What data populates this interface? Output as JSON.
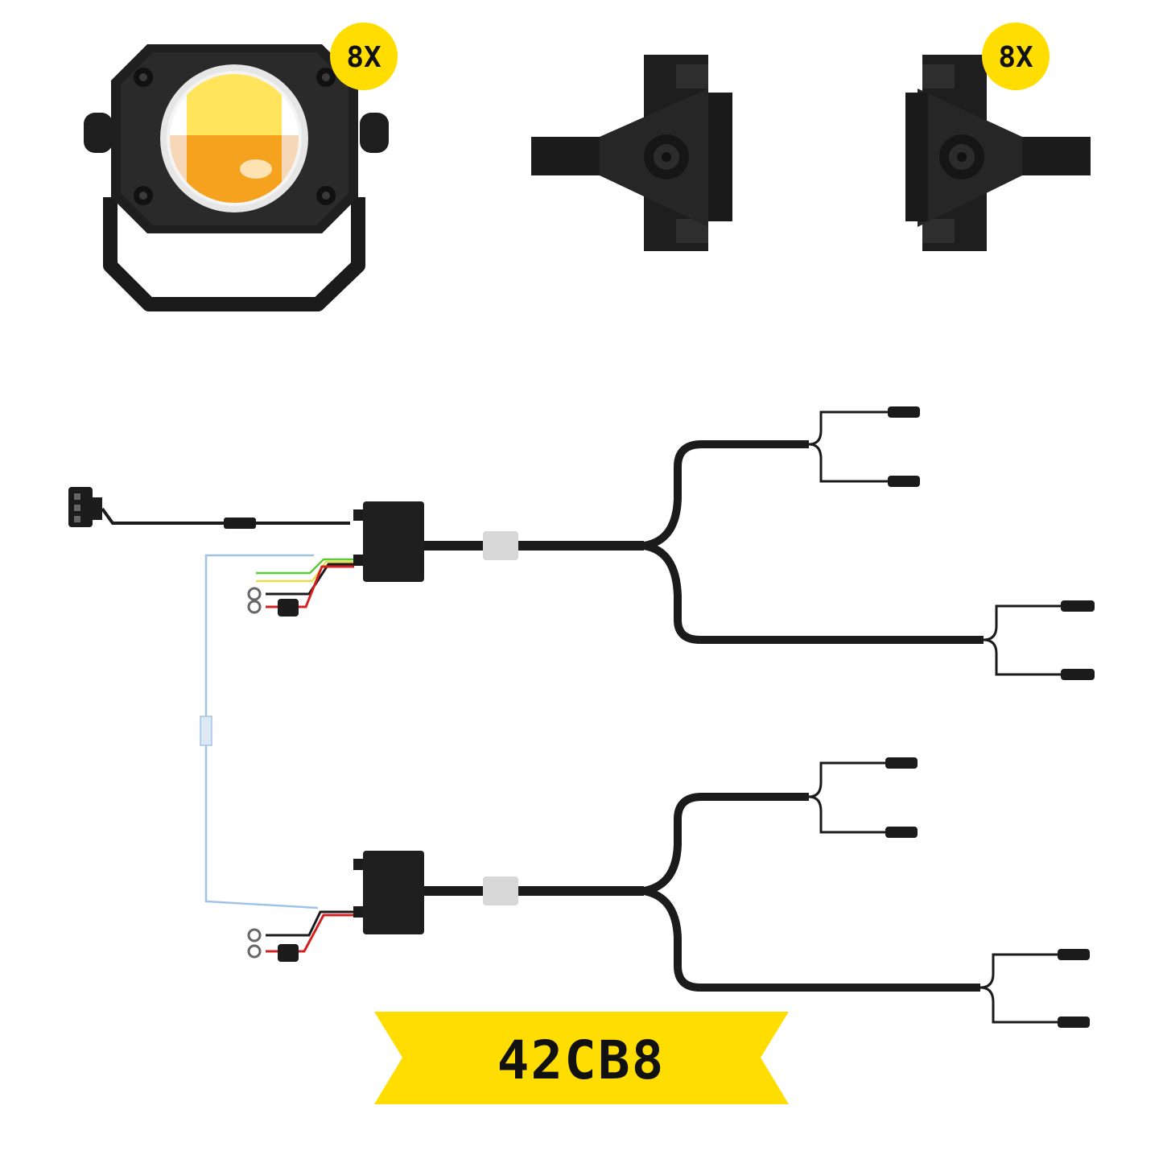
{
  "badges": {
    "light_quantity": "8X",
    "bracket_quantity": "8X"
  },
  "banner": {
    "model_code": "42CB8"
  },
  "colors": {
    "accent_yellow": "#FFDD00",
    "product_black": "#1B1B1B",
    "lens_yellow": "#FFE45C",
    "lens_amber": "#F5A21F",
    "wire_blue": "#9EC3E6",
    "wire_red": "#D42020",
    "wire_green": "#5CC93A",
    "wire_yellow": "#E8E04A"
  },
  "icons": {
    "light": "led-pod-light-icon",
    "bracket_left": "mounting-bracket-left-icon",
    "bracket_right": "mounting-bracket-right-icon",
    "switch": "rocker-switch-icon",
    "controller": "control-box-icon",
    "fuse": "fuse-holder-icon"
  }
}
